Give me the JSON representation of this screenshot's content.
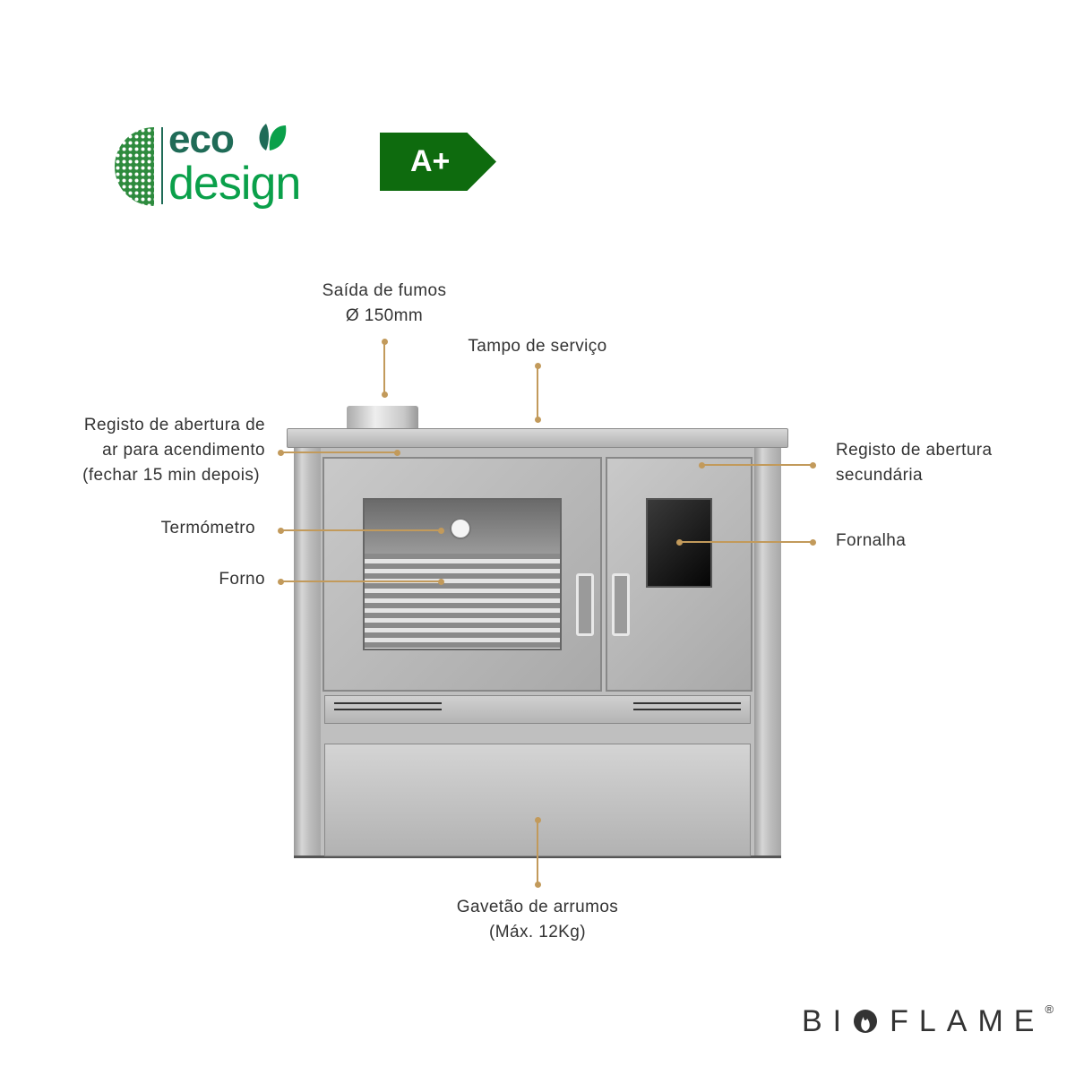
{
  "logos": {
    "ecodesign": {
      "word1": "eco",
      "word2": "design",
      "color_dark": "#1f6b57",
      "color_light": "#0aa04a"
    },
    "energy_label": {
      "text": "A+",
      "color": "#0e6b0e"
    },
    "brand": {
      "left": "BI",
      "right": "FLAME",
      "registered": "®"
    }
  },
  "annotations": {
    "smoke_outlet": [
      "Saída de fumos",
      "Ø 150mm"
    ],
    "service_top": "Tampo de serviço",
    "air_register": [
      "Registo de abertura de",
      "ar para acendimento",
      "(fechar 15 min depois)"
    ],
    "thermometer": "Termómetro",
    "oven": "Forno",
    "secondary_register": [
      "Registo de abertura",
      "secundária"
    ],
    "firebox": "Fornalha",
    "drawer": [
      "Gavetão de arrumos",
      "(Máx. 12Kg)"
    ]
  },
  "colors": {
    "accent": "#c29a5b"
  }
}
